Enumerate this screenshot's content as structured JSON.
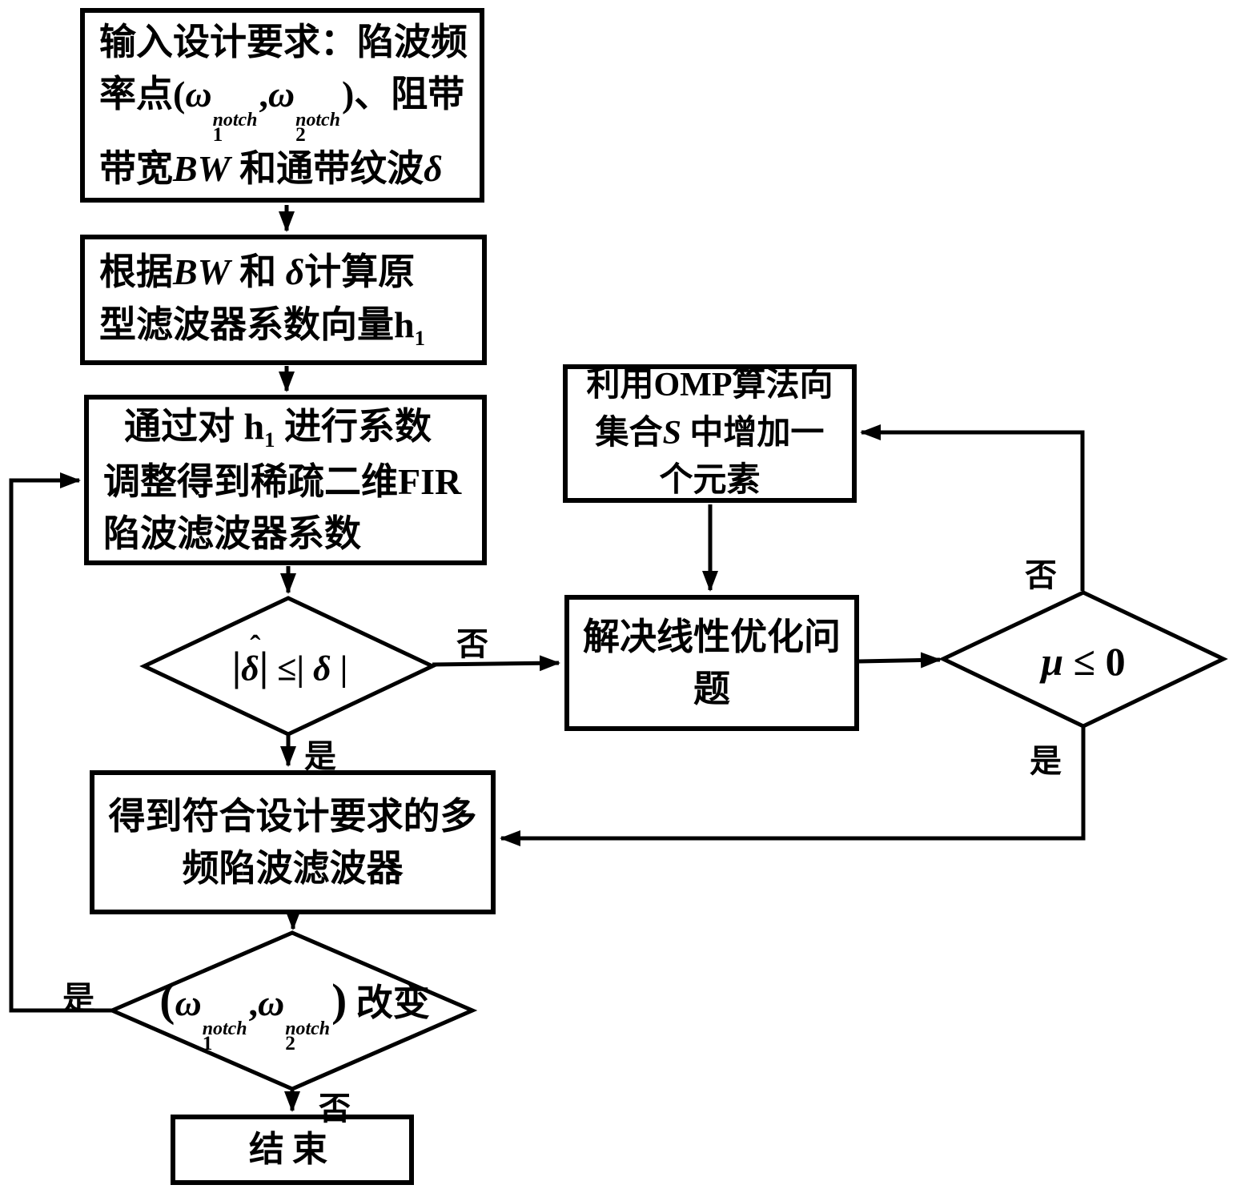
{
  "labels": {
    "yes": "是",
    "no": "否"
  },
  "nodes": {
    "omega": {
      "base": "ω",
      "sup": "notch",
      "sub1": "1",
      "sub2": "2"
    },
    "input": {
      "line1": "输入设计要求：陷波频",
      "line2_pre": "率点(",
      "line2_comma": ",",
      "line2_post": ")、阻带",
      "line3_pre": "带宽",
      "bw": "BW",
      "line3_mid": " 和通带纹波",
      "delta": "δ"
    },
    "prototype": {
      "line1_pre": "根据",
      "bw": "BW",
      "line1_mid": " 和 ",
      "delta": "δ",
      "line1_post": "计算原",
      "line2_pre": "型滤波器系数向量",
      "h": "h",
      "h_sub": "1"
    },
    "adjust": {
      "line1_pre": "通过对 ",
      "h": "h",
      "h_sub": "1",
      "line1_post": " 进行系数",
      "line2": "调整得到稀疏二维FIR",
      "line3": "陷波滤波器系数"
    },
    "check_delta": {
      "bar": "|",
      "delta": "δ",
      "hat": "ˆ",
      "leq": "≤"
    },
    "omp": {
      "line1": "利用OMP算法向",
      "line2_pre": "集合",
      "s": "S",
      "line2_post": " 中增加一",
      "line3": "个元素"
    },
    "linear": {
      "line1": "解决线性优化问",
      "line2": "题"
    },
    "check_mu": {
      "mu": "μ",
      "leq": " ≤ ",
      "zero": "0"
    },
    "result": {
      "line1": "得到符合设计要求的多",
      "line2": "频陷波滤波器"
    },
    "change": {
      "open": "(",
      "comma": ",",
      "close": ")",
      "text": " 改变"
    },
    "end": {
      "text": "结束"
    }
  }
}
